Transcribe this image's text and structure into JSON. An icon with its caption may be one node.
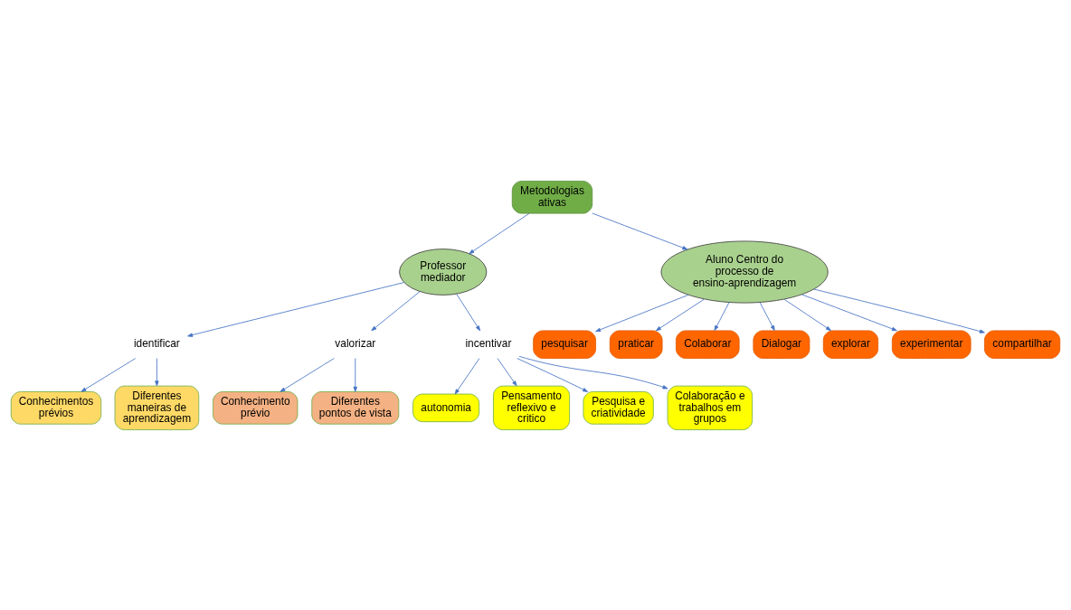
{
  "diagram": {
    "nodes": [
      {
        "text": [
          "Metodologias ativas"
        ]
      },
      {
        "text": [
          "Professor mediador"
        ]
      },
      {
        "text": [
          "Aluno Centro do processo de ensino-aprendizagem"
        ]
      },
      {
        "text": [
          "identificar"
        ]
      },
      {
        "text": [
          "valorizar"
        ]
      },
      {
        "text": [
          "incentivar"
        ]
      },
      {
        "text": [
          "Conhecimentos prévios"
        ]
      },
      {
        "text": [
          "Diferentes maneiras de aprendizagem"
        ]
      },
      {
        "text": [
          "Conhecimento prévio"
        ]
      },
      {
        "text": [
          "Diferentes pontos de vista"
        ]
      },
      {
        "text": [
          "autonomia"
        ]
      },
      {
        "text": [
          "Pensamento reflexivo e critico"
        ]
      },
      {
        "text": [
          "Pesquisa e criatividade"
        ]
      },
      {
        "text": [
          "Colaboração e trabalhos em grupos"
        ]
      },
      {
        "text": [
          "pesquisar"
        ]
      },
      {
        "text": [
          "praticar"
        ]
      },
      {
        "text": [
          "Colaborar"
        ]
      },
      {
        "text": [
          "Dialogar"
        ]
      },
      {
        "text": [
          "explorar"
        ]
      },
      {
        "text": [
          "experimentar"
        ]
      },
      {
        "text": [
          "compartilhar"
        ]
      }
    ],
    "edges": [
      {
        "from": 0,
        "to": 1,
        "arrow": "to"
      },
      {
        "from": 0,
        "to": 2,
        "arrow": "to"
      },
      {
        "from": 1,
        "to": 3,
        "arrow": "to"
      },
      {
        "from": 1,
        "to": 4,
        "arrow": "to"
      },
      {
        "from": 1,
        "to": 5,
        "arrow": "to"
      },
      {
        "from": 3,
        "to": 6,
        "arrow": "to"
      },
      {
        "from": 3,
        "to": 7,
        "arrow": "to"
      },
      {
        "from": 4,
        "to": 8,
        "arrow": "to"
      },
      {
        "from": 4,
        "to": 9,
        "arrow": "to"
      },
      {
        "from": 5,
        "to": 10,
        "arrow": "to"
      },
      {
        "from": 5,
        "to": 11,
        "arrow": "to"
      },
      {
        "from": 5,
        "to": 12,
        "arrow": "to"
      },
      {
        "from": 5,
        "to": 13,
        "arrow": "to"
      },
      {
        "from": 2,
        "to": 14,
        "arrow": "to"
      },
      {
        "from": 2,
        "to": 15,
        "arrow": "to"
      },
      {
        "from": 2,
        "to": 16,
        "arrow": "to"
      },
      {
        "from": 2,
        "to": 17,
        "arrow": "to"
      },
      {
        "from": 2,
        "to": 18,
        "arrow": "to"
      },
      {
        "from": 2,
        "to": 19,
        "arrow": "to"
      },
      {
        "from": 2,
        "to": 20,
        "arrow": "to"
      }
    ]
  }
}
